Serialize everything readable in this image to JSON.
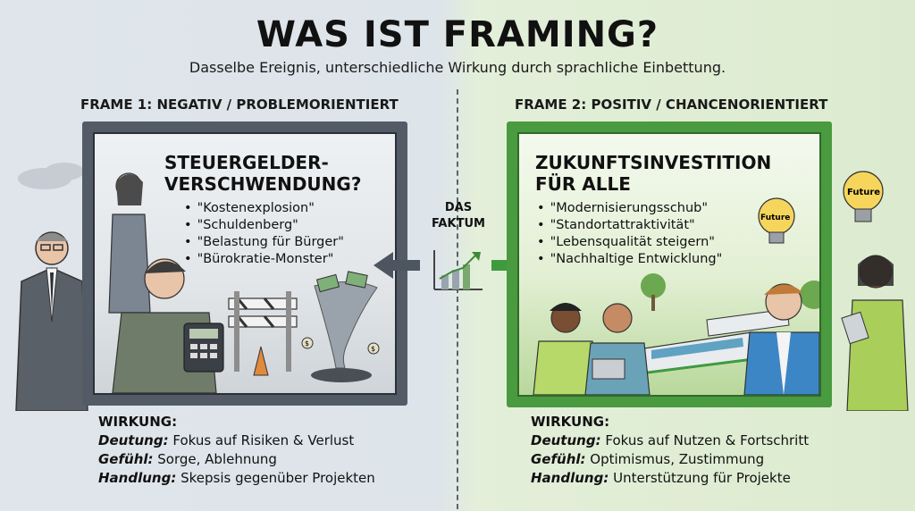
{
  "header": {
    "title": "WAS IST FRAMING?",
    "subtitle": "Dasselbe Ereignis, unterschiedliche Wirkung durch sprachliche Einbettung."
  },
  "frame1": {
    "heading": "FRAME 1: NEGATIV / PROBLEMORIENTIERT",
    "title_line1": "STEUERGELDER-",
    "title_line2": "VERSCHWENDUNG?",
    "bullets": [
      "\"Kostenexplosion\"",
      "\"Schuldenberg\"",
      "\"Belastung für Bürger\"",
      "\"Bürokratie-Monster\""
    ],
    "wirkung_label": "WIRKUNG:",
    "deutung_label": "Deutung:",
    "deutung": " Fokus auf Risiken & Verlust",
    "gefuehl_label": "Gefühl:",
    "gefuehl": " Sorge, Ablehnung",
    "handlung_label": "Handlung:",
    "handlung": " Skepsis gegenüber Projekten",
    "money_symbol": "$"
  },
  "frame2": {
    "heading": "FRAME 2: POSITIV / CHANCENORIENTIERT",
    "title_line1": "ZUKUNFTSINVESTITION",
    "title_line2": "FÜR ALLE",
    "bullets": [
      "\"Modernisierungsschub\"",
      "\"Standortattraktivität\"",
      "\"Lebensqualität steigern\"",
      "\"Nachhaltige Entwicklung\""
    ],
    "wirkung_label": "WIRKUNG:",
    "deutung_label": "Deutung:",
    "deutung": " Fokus auf Nutzen & Fortschritt",
    "gefuehl_label": "Gefühl:",
    "gefuehl": " Optimismus, Zustimmung",
    "handlung_label": "Handlung:",
    "handlung": " Unterstützung für Projekte",
    "bulb_label": "Future"
  },
  "center": {
    "line1": "DAS",
    "line2": "FAKTUM"
  },
  "colors": {
    "negative_frame": "#535b66",
    "positive_frame": "#4a9a3f",
    "left_arrow": "#4d5560",
    "right_arrow": "#3f9a3f"
  },
  "icons": {
    "center": "bar-chart-icon",
    "left_arrow": "arrow-left-icon",
    "right_arrow": "arrow-right-icon",
    "bulb": "lightbulb-icon",
    "calculator": "calculator-icon",
    "tornado": "money-tornado-icon",
    "train": "train-icon"
  }
}
